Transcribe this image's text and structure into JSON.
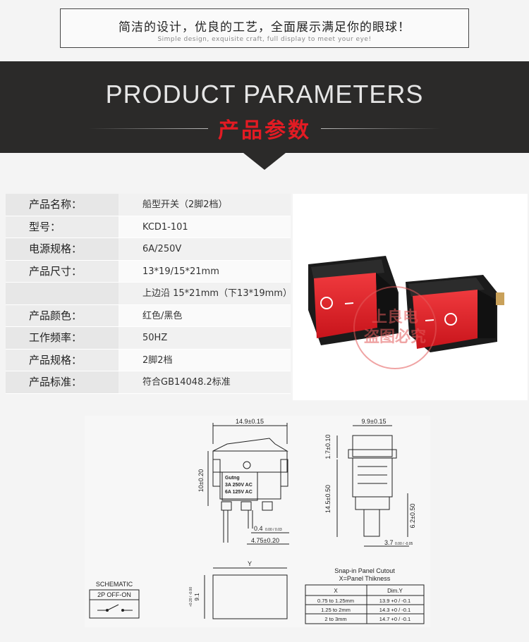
{
  "tagline": {
    "cn": "简洁的设计，优良的工艺，全面展示满足你的眼球！",
    "en": "Simple design, exquisite craft, full display to meet your eye!"
  },
  "banner": {
    "en": "PRODUCT PARAMETERS",
    "cn": "产品参数"
  },
  "params": [
    {
      "key": "产品名称：",
      "value": "船型开关（2脚2档）"
    },
    {
      "key": "型号：",
      "value": "KCD1-101"
    },
    {
      "key": "电源规格：",
      "value": "6A/250V"
    },
    {
      "key": "产品尺寸：",
      "value": "13*19/15*21mm"
    },
    {
      "key": "",
      "value": "上边沿 15*21mm（下13*19mm）"
    },
    {
      "key": "产品颜色：",
      "value": "红色/黑色"
    },
    {
      "key": "工作频率：",
      "value": "50HZ"
    },
    {
      "key": "产品规格：",
      "value": "2脚2档"
    },
    {
      "key": "产品标准：",
      "value": "符合GB14048.2标准"
    }
  ],
  "watermark": {
    "line1": "上良电",
    "line2": "盗图必究"
  },
  "drawing": {
    "dim_width_front": "14.9±0.15",
    "dim_width_side": "9.9±0.15",
    "dim_height_front": "10±0.20",
    "dim_top_side": "1.7±0.10",
    "dim_body_side": "14.5±0.50",
    "dim_pin_side": "6.2±0.50",
    "dim_pin_thick_main": "0.4",
    "dim_pin_thick_tol": "0.00 / 0.03",
    "dim_pin_pitch": "4.75±0.20",
    "dim_pin_width_main": "3.7",
    "dim_pin_width_tol": "0.00 / -0.05",
    "label_brand": "Gutng",
    "label_line1": "3A 250V AC",
    "label_line2": "6A 125V AC",
    "cutout_y": "Y",
    "cutout_height": "9.1",
    "cutout_height_tol": "+0.20 / -0.00",
    "schematic_title": "SCHEMATIC",
    "schematic_label": "2P OFF-ON",
    "cutout_title1": "Snap-in Panel Cutout",
    "cutout_title2": "X=Panel Thikness",
    "cutout_table": {
      "headers": [
        "X",
        "Dim.Y"
      ],
      "rows": [
        [
          "0.75 to 1.25mm",
          "13.9 +0 / -0.1"
        ],
        [
          "1.25 to 2mm",
          "14.3 +0 / -0.1"
        ],
        [
          "2 to 3mm",
          "14.7 +0 / -0.1"
        ]
      ]
    }
  },
  "colors": {
    "accent_red": "#e31b23",
    "banner_dark": "#2b2a29",
    "switch_red": "#e8262c"
  }
}
